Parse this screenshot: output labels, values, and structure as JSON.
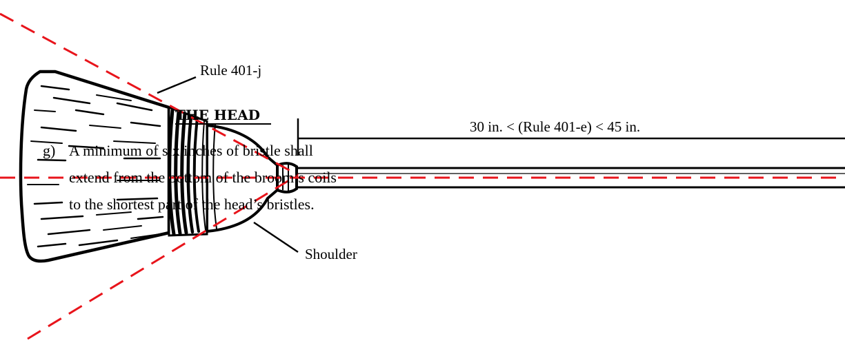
{
  "labels": {
    "rule_401j": "Rule 401-j",
    "handle_length": "30 in. < (Rule 401-e) < 45 in.",
    "shoulder": "Shoulder"
  },
  "head_section": {
    "title": "THE HEAD",
    "rule_letter": "g)",
    "rule_lines": [
      "A minimum of six inches of bristle shall",
      "extend from the bottom of the broom’s coils",
      "to the shortest part of the head’s bristles."
    ]
  },
  "colors": {
    "guide_lines": "#e8141b",
    "ink": "#000000"
  }
}
